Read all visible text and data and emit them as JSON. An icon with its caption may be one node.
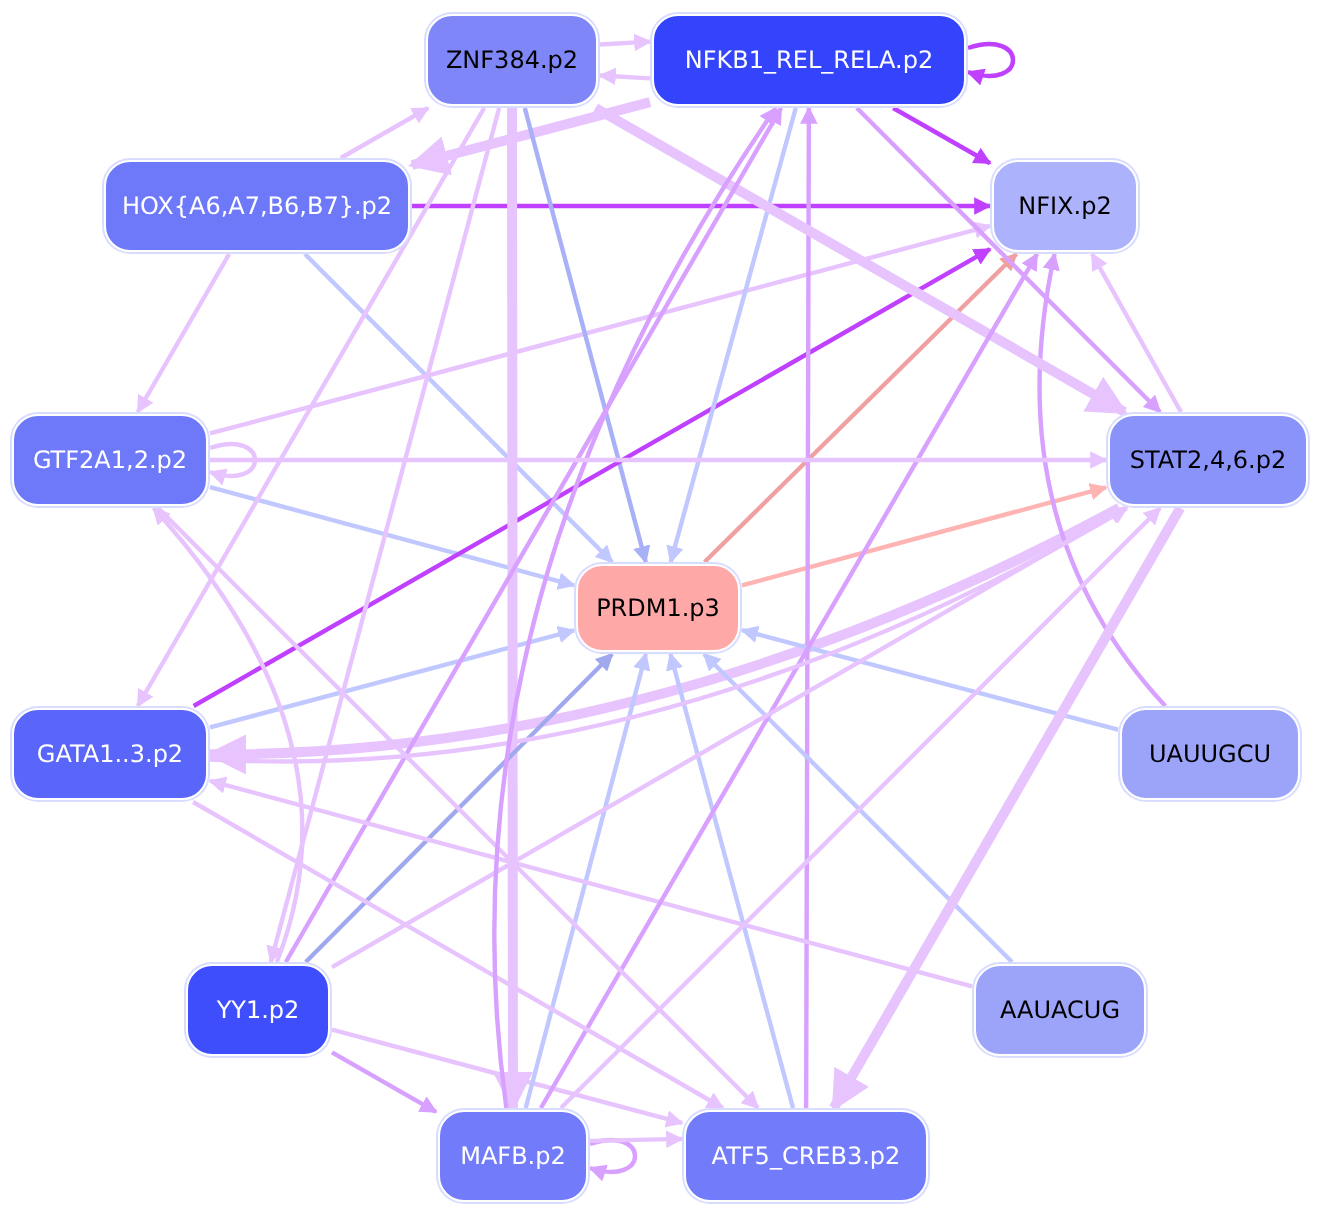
{
  "diagram": {
    "nodes": [
      {
        "text": [
          "ZNF384.p2"
        ]
      },
      {
        "text": [
          "NFKB1_REL_RELA.p2"
        ]
      },
      {
        "text": [
          "HOX{A6,A7,B6,B7}.p2"
        ]
      },
      {
        "text": [
          "NFIX.p2"
        ]
      },
      {
        "text": [
          "GTF2A1,2.p2"
        ]
      },
      {
        "text": [
          "STAT2,4,6.p2"
        ]
      },
      {
        "text": [
          "PRDM1.p3"
        ]
      },
      {
        "text": [
          "GATA1..3.p2"
        ]
      },
      {
        "text": [
          "UAUUGCU"
        ]
      },
      {
        "text": [
          "YY1.p2"
        ]
      },
      {
        "text": [
          "AAUACUG"
        ]
      },
      {
        "text": [
          "MAFB.p2"
        ]
      },
      {
        "text": [
          "ATF5_CREB3.p2"
        ]
      }
    ],
    "edges": [
      {
        "from": 1,
        "to": 1,
        "arrow": "to",
        "color": "#c040ff"
      },
      {
        "from": 0,
        "to": 1,
        "arrow": "to"
      },
      {
        "from": 1,
        "to": 0,
        "arrow": "to"
      },
      {
        "from": 1,
        "to": 3,
        "arrow": "to",
        "color": "#c040ff"
      },
      {
        "from": 2,
        "to": 3,
        "arrow": "to",
        "color": "#c040ff"
      },
      {
        "from": 1,
        "to": 2,
        "arrow": "to",
        "style": "thick"
      },
      {
        "from": 2,
        "to": 0,
        "arrow": "to"
      },
      {
        "from": 2,
        "to": 4,
        "arrow": "to"
      },
      {
        "from": 2,
        "to": 6,
        "arrow": "to",
        "color": "#c0c8ff"
      },
      {
        "from": 4,
        "to": 4,
        "arrow": "to"
      },
      {
        "from": 4,
        "to": 6,
        "arrow": "to",
        "color": "#c0c8ff"
      },
      {
        "from": 4,
        "to": 3,
        "arrow": "to"
      },
      {
        "from": 0,
        "to": 6,
        "arrow": "to",
        "color": "#a8b0f8"
      },
      {
        "from": 7,
        "to": 3,
        "arrow": "to",
        "color": "#c040ff"
      },
      {
        "from": 7,
        "to": 6,
        "arrow": "to",
        "color": "#c0c8ff"
      },
      {
        "from": 5,
        "to": 7,
        "arrow": "to",
        "style": "thick"
      },
      {
        "from": 6,
        "to": 3,
        "arrow": "to",
        "color": "#f0a0a0"
      },
      {
        "from": 6,
        "to": 5,
        "arrow": "to",
        "color": "#ffb4b4"
      },
      {
        "from": 1,
        "to": 6,
        "arrow": "to",
        "color": "#c0c8ff"
      },
      {
        "from": 12,
        "to": 1,
        "arrow": "to",
        "color": "#d8a0ff"
      },
      {
        "from": 8,
        "to": 6,
        "arrow": "to",
        "color": "#c0c8ff"
      },
      {
        "from": 8,
        "to": 3,
        "arrow": "to",
        "color": "#d8a0ff"
      },
      {
        "from": 1,
        "to": 5,
        "arrow": "to",
        "color": "#d8a0ff"
      },
      {
        "from": 5,
        "to": 3,
        "arrow": "to"
      },
      {
        "from": 0,
        "to": 5,
        "arrow": "to",
        "style": "thick"
      },
      {
        "from": 0,
        "to": 11,
        "arrow": "to",
        "style": "thick"
      },
      {
        "from": 9,
        "to": 1,
        "arrow": "to",
        "color": "#d8a0ff"
      },
      {
        "from": 0,
        "to": 9,
        "arrow": "to"
      },
      {
        "from": 9,
        "to": 6,
        "arrow": "to",
        "color": "#a0a8ee"
      },
      {
        "from": 9,
        "to": 11,
        "arrow": "to",
        "color": "#d8a0ff"
      },
      {
        "from": 9,
        "to": 12,
        "arrow": "to"
      },
      {
        "from": 11,
        "to": 6,
        "arrow": "to",
        "color": "#c0c8ff"
      },
      {
        "from": 11,
        "to": 11,
        "arrow": "to",
        "color": "#d8a0ff"
      },
      {
        "from": 12,
        "to": 6,
        "arrow": "to",
        "color": "#c0c8ff"
      },
      {
        "from": 10,
        "to": 6,
        "arrow": "to",
        "color": "#c0c8ff"
      },
      {
        "from": 10,
        "to": 7,
        "arrow": "to"
      },
      {
        "from": 11,
        "to": 3,
        "arrow": "to",
        "color": "#d8a0ff"
      },
      {
        "from": 11,
        "to": 5,
        "arrow": "to"
      },
      {
        "from": 7,
        "to": 12,
        "arrow": "to"
      },
      {
        "from": 4,
        "to": 12,
        "arrow": "to"
      },
      {
        "from": 5,
        "to": 12,
        "arrow": "to",
        "style": "thick"
      },
      {
        "from": 9,
        "to": 4,
        "arrow": "to"
      },
      {
        "from": 7,
        "to": 5,
        "arrow": "to"
      },
      {
        "from": 9,
        "to": 5,
        "arrow": "to"
      },
      {
        "from": 0,
        "to": 7,
        "arrow": "to"
      },
      {
        "from": 11,
        "to": 1,
        "arrow": "to",
        "color": "#d8a0ff"
      },
      {
        "from": 4,
        "to": 5,
        "arrow": "to"
      },
      {
        "from": 11,
        "to": 12,
        "arrow": "to"
      }
    ]
  }
}
